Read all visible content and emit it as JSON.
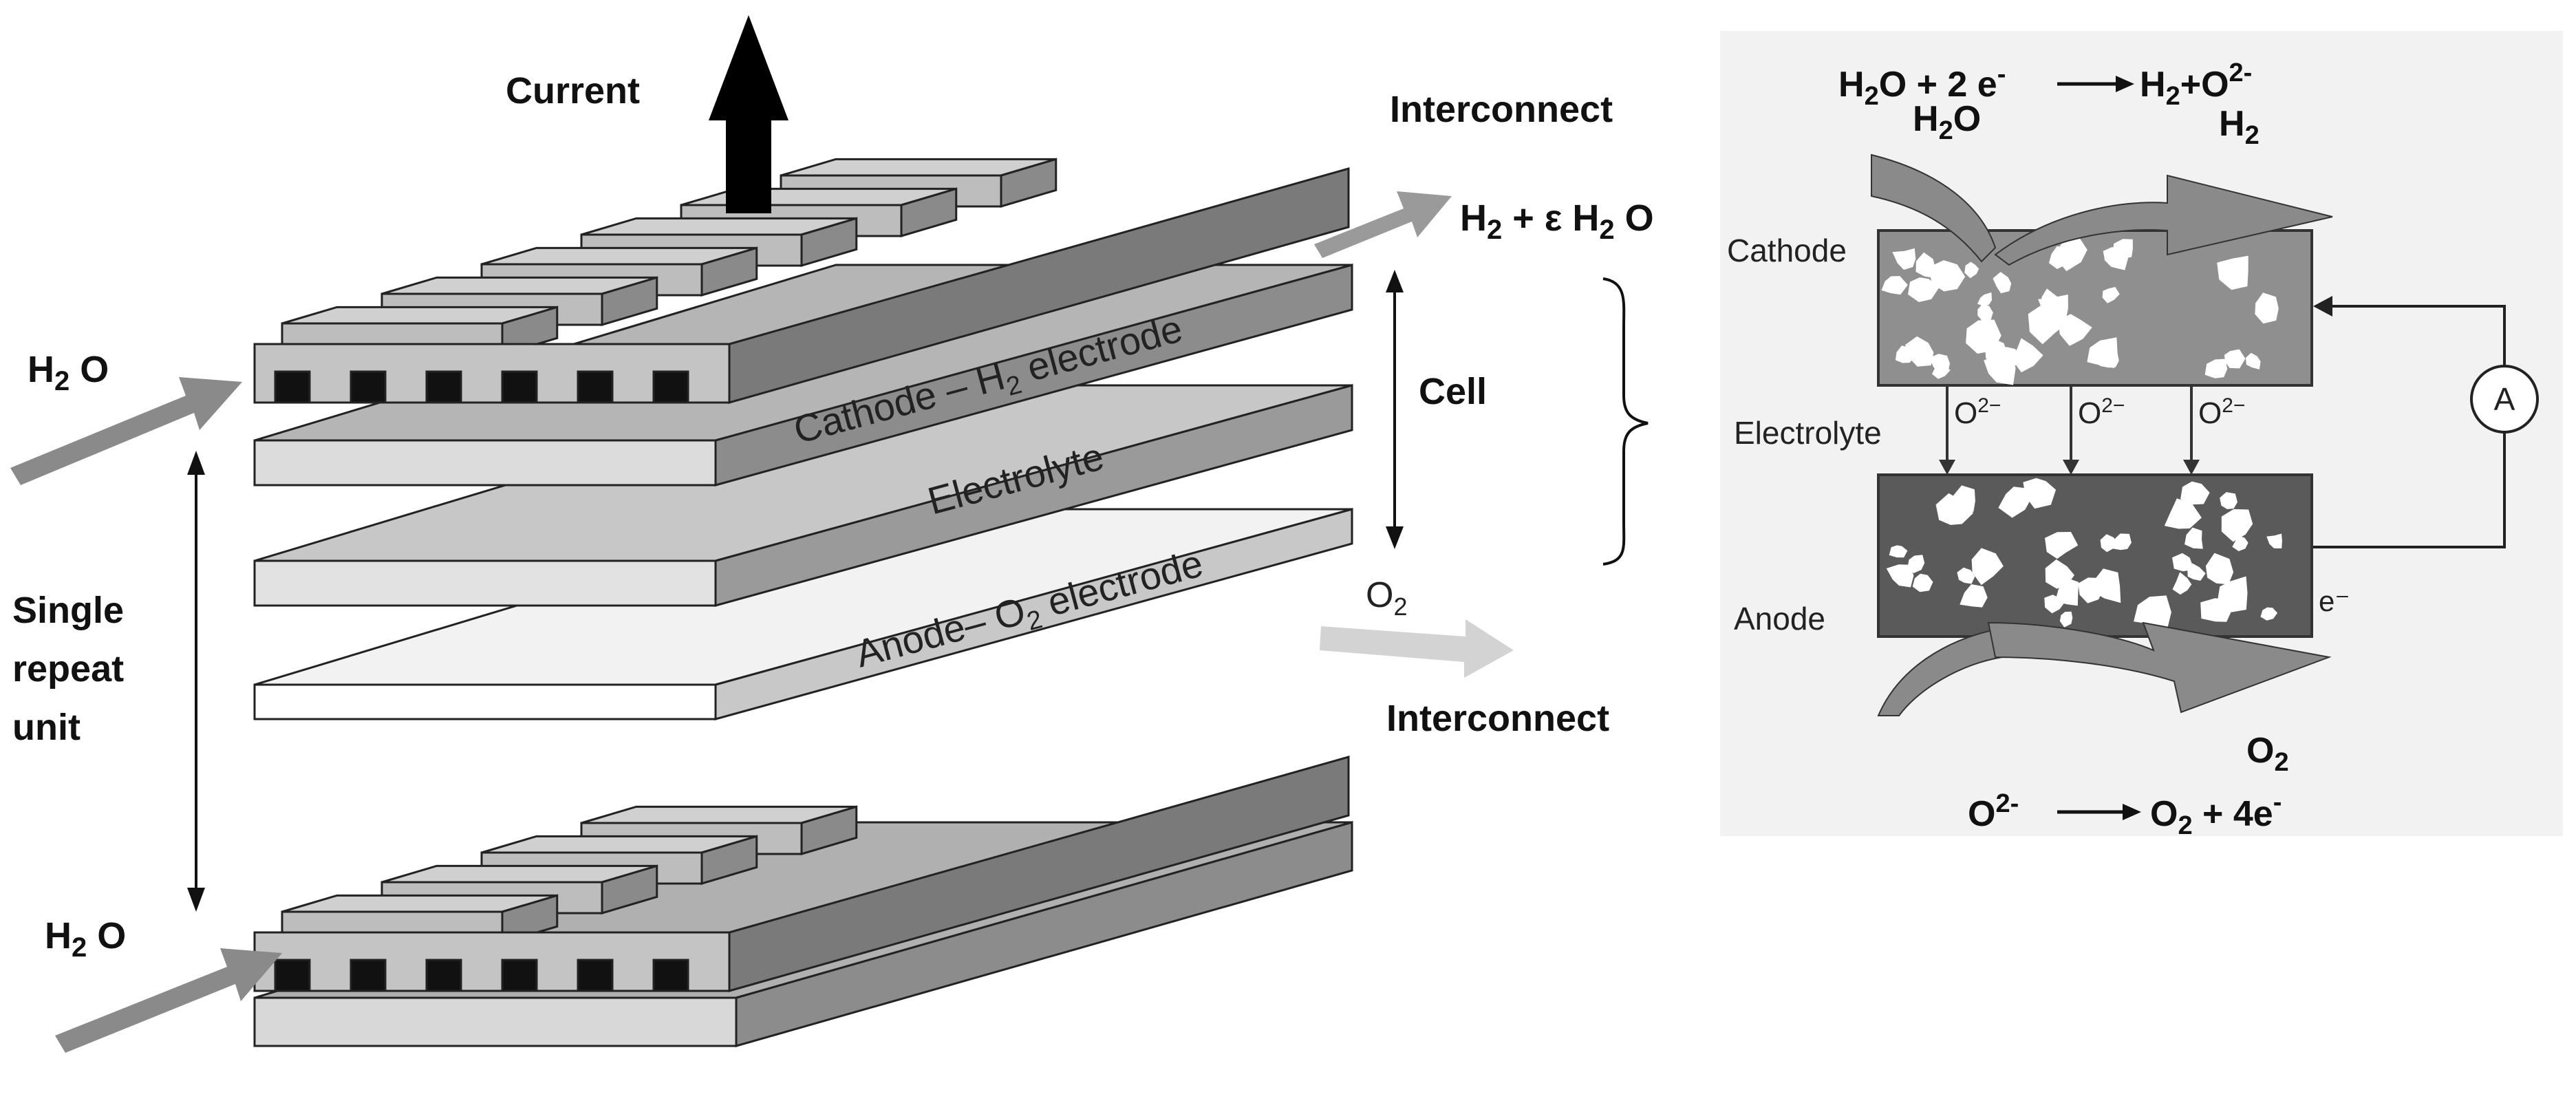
{
  "stack": {
    "current_label": "Current",
    "interconnect_top": "Interconnect",
    "interconnect_bottom": "Interconnect",
    "product_label": {
      "a": "H",
      "a_sub": "2",
      "b": " + ε H",
      "b_sub": "2",
      "c": " O"
    },
    "cell_label": "Cell",
    "o2_label": {
      "a": "O",
      "a_sub": "2"
    },
    "h2o_in_top": {
      "a": "H",
      "a_sub": "2",
      "b": " O"
    },
    "h2o_in_bottom": {
      "a": "H",
      "a_sub": "2",
      "b": " O"
    },
    "repeat_unit": [
      "Single",
      "repeat",
      "unit"
    ],
    "cathode_layer": {
      "a": "Cathode – H",
      "a_sub": "2",
      "b": " electrode"
    },
    "electrolyte_layer": "Electrolyte",
    "anode_layer": {
      "a": "Anode– O",
      "a_sub": "2",
      "b": " electrode"
    }
  },
  "panel": {
    "cathode": "Cathode",
    "electrolyte": "Electrolyte",
    "anode": "Anode",
    "ion": "O",
    "ion_sup": "2−",
    "electron": "e⁻",
    "ammeter": "A",
    "cathode_reaction": {
      "a": "H",
      "a_sub": "2",
      "b": "O + 2 e",
      "b_sup": "-",
      "c": "H",
      "c_sub": "2",
      "d": "+O",
      "d_sup": "2-"
    },
    "cathode_in": {
      "a": "H",
      "a_sub": "2",
      "b": "O"
    },
    "cathode_out": {
      "a": "H",
      "a_sub": "2"
    },
    "anode_out": {
      "a": "O",
      "a_sub": "2"
    },
    "anode_reaction": {
      "a": "O",
      "a_sup": "2-",
      "b": "O",
      "b_sub": "2",
      "c": " + 4e",
      "c_sup": "-"
    }
  },
  "colors": {
    "layer_top": "#b5b5b5",
    "layer_front": "#dcdcdc",
    "layer_side": "#8c8c8c",
    "interconnect_top": "#c8c8c8",
    "interconnect_dark": "#111111",
    "arrow_gray": "#8a8a8a",
    "panel_bg": "#f2f2f2",
    "cathode_fill": "#8f8f8f",
    "anode_fill": "#5a5a5a",
    "electrolyte_line": "#333333"
  }
}
